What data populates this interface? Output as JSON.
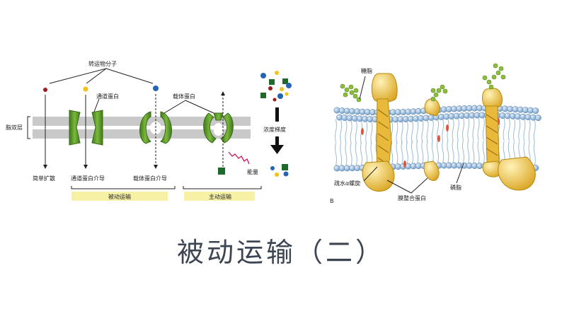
{
  "left_diagram": {
    "top_label": "转运物分子",
    "membrane_label": "脂双层",
    "channel_protein_label": "通道蛋白",
    "carrier_protein_label": "载体蛋白",
    "simple_diffusion_label": "简单扩散",
    "channel_mediated_label": "通道蛋白介导",
    "carrier_mediated_label": "载体蛋白介导",
    "energy_label": "能量",
    "passive_transport_label": "被动运输",
    "active_transport_label": "主动运输",
    "gradient_label": "浓度梯度",
    "colors": {
      "membrane": "#c9c9c9",
      "protein": "#5e9c2e",
      "band": "#f6f1a4",
      "molecule_red": "#9c1b1b",
      "molecule_yellow": "#f1c21b",
      "molecule_blue": "#2464b4",
      "molecule_green": "#1f6a2b"
    }
  },
  "right_diagram": {
    "sugar_label": "糖脂",
    "helix_label": "疏水α螺旋",
    "integral_protein_label": "膜整合蛋白",
    "phospholipid_label": "磷脂",
    "panel_letter": "B",
    "colors": {
      "head": "#a8c6e6",
      "protein": "#f2c64a",
      "sugar": "#8dbd3c"
    }
  },
  "page_title": "被动运输（二）"
}
